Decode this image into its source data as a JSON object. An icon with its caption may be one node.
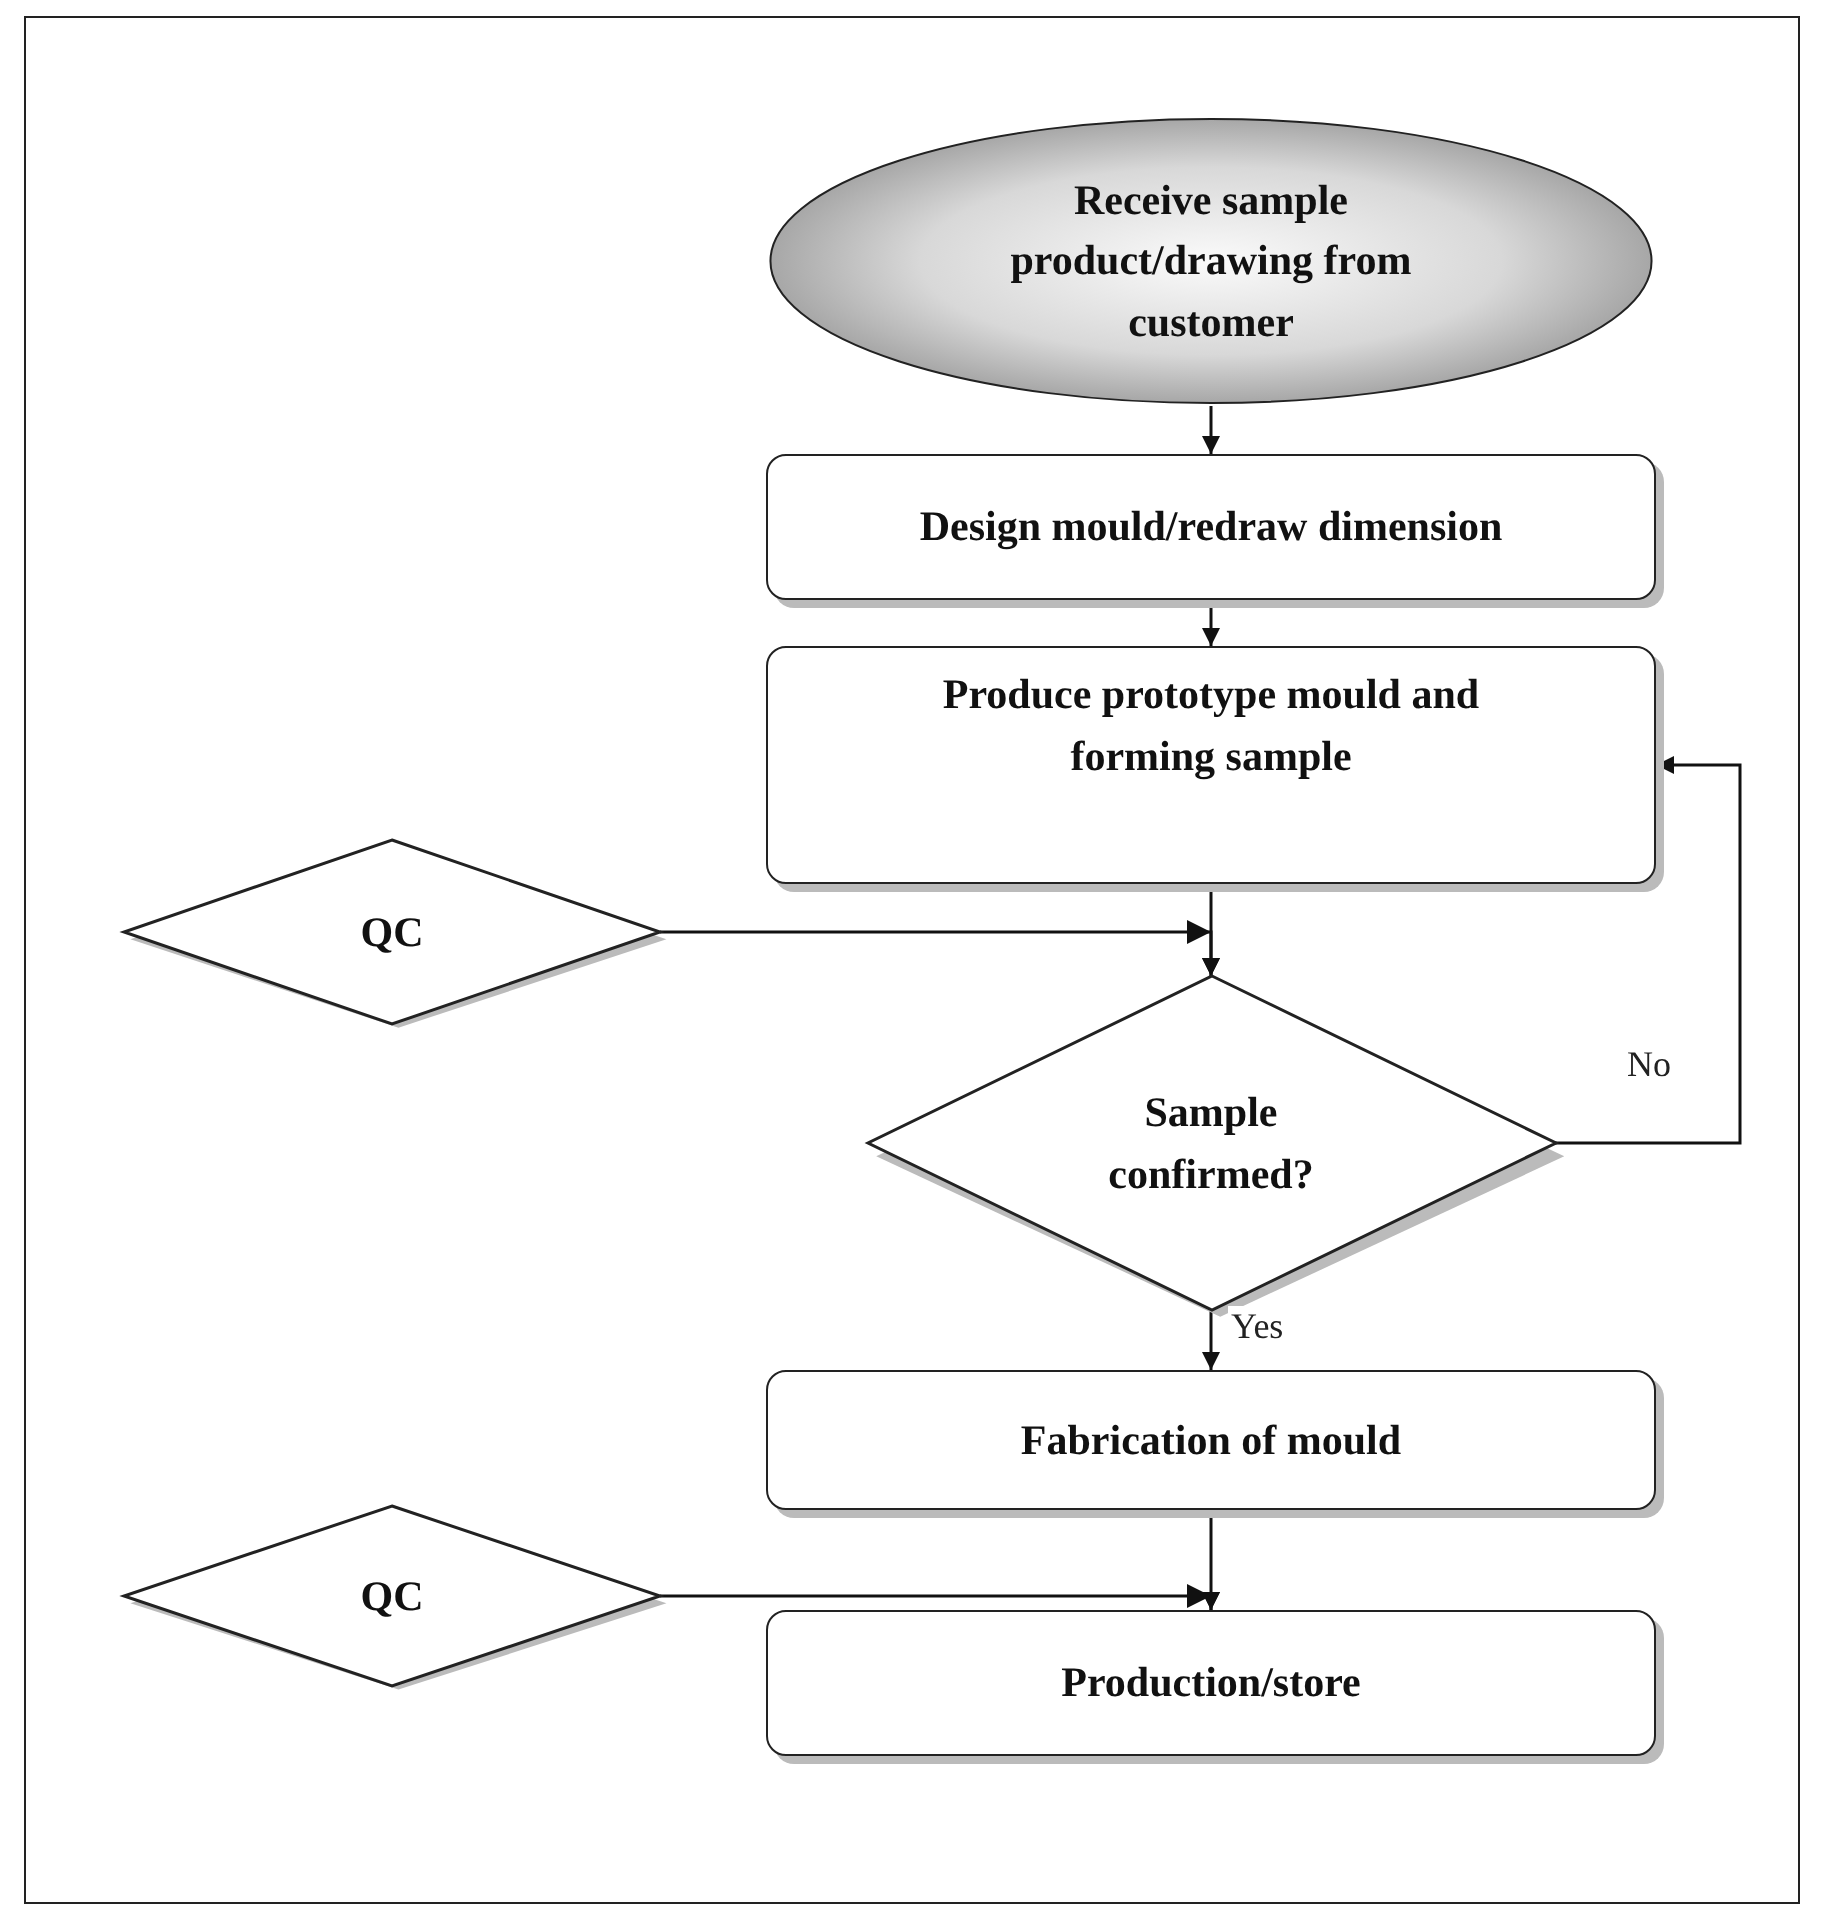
{
  "diagram": {
    "nodes": [
      {
        "text": [
          "Receive sample product/drawing from customer"
        ]
      },
      {
        "text": [
          "Design mould/redraw dimension"
        ]
      },
      {
        "text": [
          "Produce prototype mould and forming sample"
        ]
      },
      {
        "text": [
          "QC"
        ]
      },
      {
        "text": [
          "Sample confirmed?"
        ]
      },
      {
        "text": [
          "Fabrication of mould"
        ]
      },
      {
        "text": [
          "QC"
        ]
      },
      {
        "text": [
          "Production/store"
        ]
      }
    ],
    "edges": [
      {
        "from": 0,
        "to": 1,
        "arrow": "to"
      },
      {
        "from": 1,
        "to": 2,
        "arrow": "to"
      },
      {
        "from": 2,
        "to": 4,
        "arrow": "to"
      },
      {
        "from": 3,
        "to": 4,
        "arrow": "to"
      },
      {
        "from": 4,
        "to": 2,
        "arrow": "to",
        "label": "No"
      },
      {
        "from": 4,
        "to": 5,
        "arrow": "to",
        "label": "Yes"
      },
      {
        "from": 5,
        "to": 7,
        "arrow": "to"
      },
      {
        "from": 6,
        "to": 7,
        "arrow": "to"
      }
    ]
  }
}
